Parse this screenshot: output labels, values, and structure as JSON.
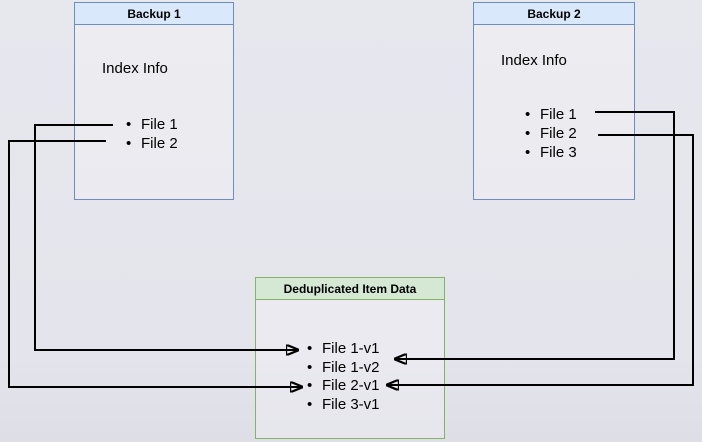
{
  "diagram": {
    "backup1": {
      "title": "Backup 1",
      "index_label": "Index Info",
      "files": [
        "File 1",
        "File 2"
      ]
    },
    "backup2": {
      "title": "Backup 2",
      "index_label": "Index Info",
      "files": [
        "File 1",
        "File 2",
        "File 3"
      ]
    },
    "dedup": {
      "title": "Deduplicated Item Data",
      "items": [
        "File 1-v1",
        "File 1-v2",
        "File 2-v1",
        "File 3-v1"
      ]
    },
    "connections": [
      {
        "from": "Backup 1 / File 1",
        "to": "Deduplicated Item Data / File 1-v1"
      },
      {
        "from": "Backup 1 / File 2",
        "to": "Deduplicated Item Data / File 2-v1"
      },
      {
        "from": "Backup 2 / File 1",
        "to": "Deduplicated Item Data / File 1-v2"
      },
      {
        "from": "Backup 2 / File 2",
        "to": "Deduplicated Item Data / File 2-v1"
      }
    ],
    "colors": {
      "background": "#e4e4ec",
      "backup_border": "#6c8ebf",
      "backup_header_fill": "#dae8fc",
      "dedup_border": "#82b366",
      "dedup_header_fill": "#d5e8d4",
      "connector": "#000000"
    }
  }
}
